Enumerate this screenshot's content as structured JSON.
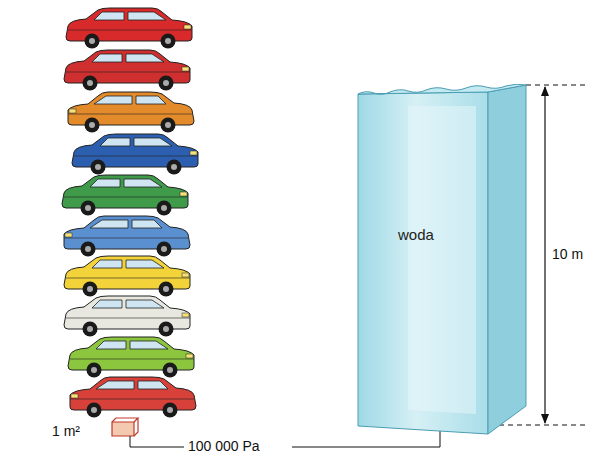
{
  "diagram": {
    "nodes": [
      {
        "text": [
          "woda"
        ]
      }
    ],
    "labels": [
      "10 m",
      "1 m²",
      "100 000 Pa"
    ]
  }
}
